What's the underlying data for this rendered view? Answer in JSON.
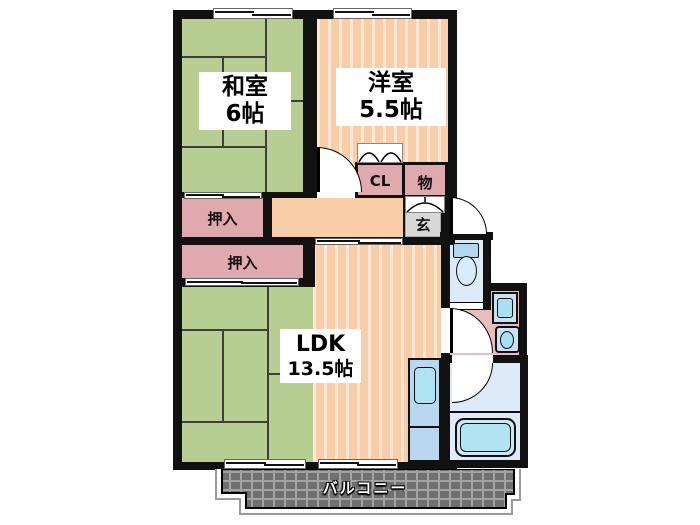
{
  "floorplan": {
    "rooms": {
      "washitsu": {
        "name": "和室",
        "size": "6帖"
      },
      "youshitsu": {
        "name": "洋室",
        "size": "5.5帖"
      },
      "ldk": {
        "name": "LDK",
        "size": "13.5帖"
      },
      "closet": {
        "label": "CL"
      },
      "storage": {
        "label": "物"
      },
      "entrance": {
        "label": "玄"
      },
      "oshiire_upper": {
        "label": "押入"
      },
      "oshiire_lower": {
        "label": "押入"
      },
      "balcony": {
        "label": "バルコニー"
      }
    },
    "icons": {
      "toilet": "toilet-icon",
      "washing_machine": "washing-machine-icon",
      "wash_basin": "wash-basin-icon",
      "bathtub": "bathtub-icon",
      "kitchen_sink": "kitchen-sink-icon",
      "doors": "door-swing-arc-icons",
      "windows": "sliding-window-icons"
    },
    "colors": {
      "wall": "#111111",
      "tatami_green": "#b7ce92",
      "floor_peach": "#f8cda7",
      "closet_pink": "#dfa9ae",
      "washroom_pink": "#e9bdbd",
      "entrance_gray": "#d8d8d8",
      "water_blue": "#cfe6f5",
      "balcony_tile_gray": "#6f6f6f"
    }
  }
}
